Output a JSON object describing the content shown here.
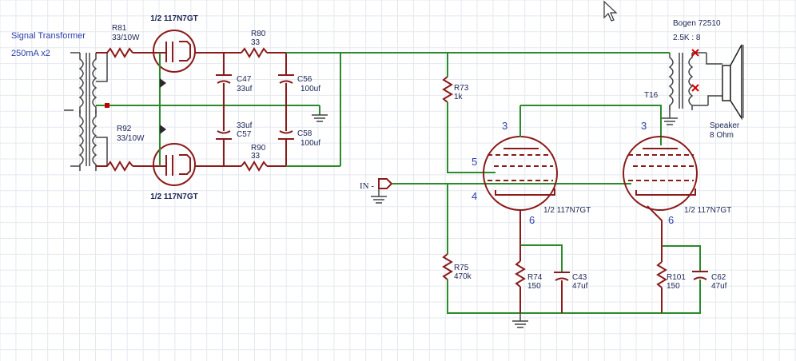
{
  "labels": {
    "signal_transformer": "Signal Transformer",
    "signal_transformer_spec": "250mA x2",
    "r81": "R81",
    "r81_val": "33/10W",
    "r92": "R92",
    "r92_val": "33/10W",
    "rect_top": "1/2 117N7GT",
    "rect_bottom": "1/2 117N7GT",
    "r80": "R80",
    "r80_val": "33",
    "r90": "R90",
    "r90_val": "33",
    "c47": "C47",
    "c47_val": "33uf",
    "c57": "C57",
    "c57_val": "33uf",
    "c56": "C56",
    "c56_val": "100uf",
    "c58": "C58",
    "c58_val": "100uf",
    "r73": "R73",
    "r73_val": "1k",
    "r75": "R75",
    "r75_val": "470k",
    "r74": "R74",
    "r74_val": "150",
    "c43": "C43",
    "c43_val": "47uf",
    "r101": "R101",
    "r101_val": "150",
    "c62": "C62",
    "c62_val": "47uf",
    "tube1": "1/2 117N7GT",
    "tube2": "1/2 117N7GT",
    "output_xfmr": "Bogen 72510",
    "output_xfmr_ratio": "2.5K : 8",
    "t16": "T16",
    "speaker": "Speaker",
    "speaker_val": "8 Ohm",
    "input": "IN -",
    "pin_plate_1": "3",
    "pin_screen_1": "5",
    "pin_grid_1": "4",
    "pin_cathode_1": "6",
    "pin_plate_2": "3",
    "pin_cathode_2": "6"
  },
  "colors": {
    "wire_red": "#8b1a1a",
    "wire_green": "#2b8a2b",
    "label_blue": "#2a3ea8",
    "label_navy": "#1a2456",
    "grid": "#e4e8ef"
  },
  "icons": {
    "cursor": "mouse-pointer-icon",
    "speaker": "speaker-icon",
    "ground": "ground-icon"
  }
}
